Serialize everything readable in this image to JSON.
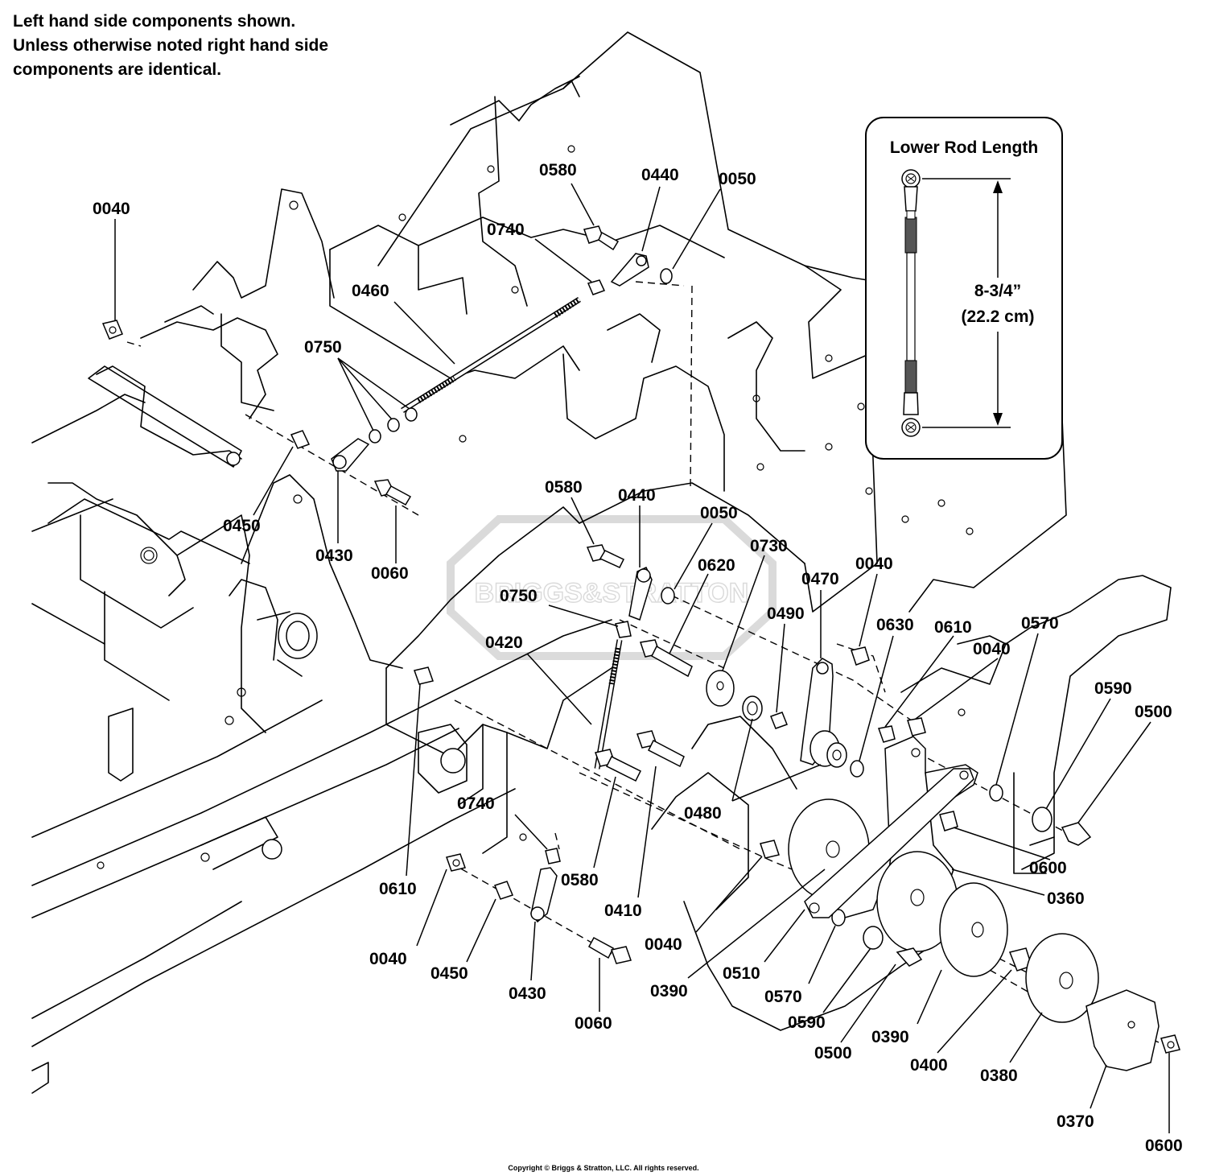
{
  "note": {
    "lines": [
      "Left hand side components shown.",
      "Unless otherwise noted right hand side",
      "components are identical."
    ]
  },
  "inset": {
    "title": "Lower Rod Length",
    "dimension": "8-3/4”",
    "dimension_metric": "(22.2 cm)"
  },
  "callouts": [
    {
      "label": "0040"
    },
    {
      "label": "0580"
    },
    {
      "label": "0440"
    },
    {
      "label": "0050"
    },
    {
      "label": "0740"
    },
    {
      "label": "0460"
    },
    {
      "label": "0750"
    },
    {
      "label": "0450"
    },
    {
      "label": "0430"
    },
    {
      "label": "0060"
    },
    {
      "label": "0580"
    },
    {
      "label": "0440"
    },
    {
      "label": "0050"
    },
    {
      "label": "0730"
    },
    {
      "label": "0620"
    },
    {
      "label": "0470"
    },
    {
      "label": "0040"
    },
    {
      "label": "0750"
    },
    {
      "label": "0490"
    },
    {
      "label": "0420"
    },
    {
      "label": "0630"
    },
    {
      "label": "0610"
    },
    {
      "label": "0570"
    },
    {
      "label": "0040"
    },
    {
      "label": "0590"
    },
    {
      "label": "0500"
    },
    {
      "label": "0480"
    },
    {
      "label": "0600"
    },
    {
      "label": "0740"
    },
    {
      "label": "0610"
    },
    {
      "label": "0580"
    },
    {
      "label": "0360"
    },
    {
      "label": "0410"
    },
    {
      "label": "0040"
    },
    {
      "label": "0040"
    },
    {
      "label": "0450"
    },
    {
      "label": "0510"
    },
    {
      "label": "0430"
    },
    {
      "label": "0570"
    },
    {
      "label": "0390"
    },
    {
      "label": "0060"
    },
    {
      "label": "0590"
    },
    {
      "label": "0390"
    },
    {
      "label": "0500"
    },
    {
      "label": "0400"
    },
    {
      "label": "0380"
    },
    {
      "label": "0370"
    },
    {
      "label": "0600"
    }
  ],
  "watermark": "BRIGGS&STRATTON",
  "copyright": "Copyright © Briggs & Stratton, LLC. All rights reserved."
}
